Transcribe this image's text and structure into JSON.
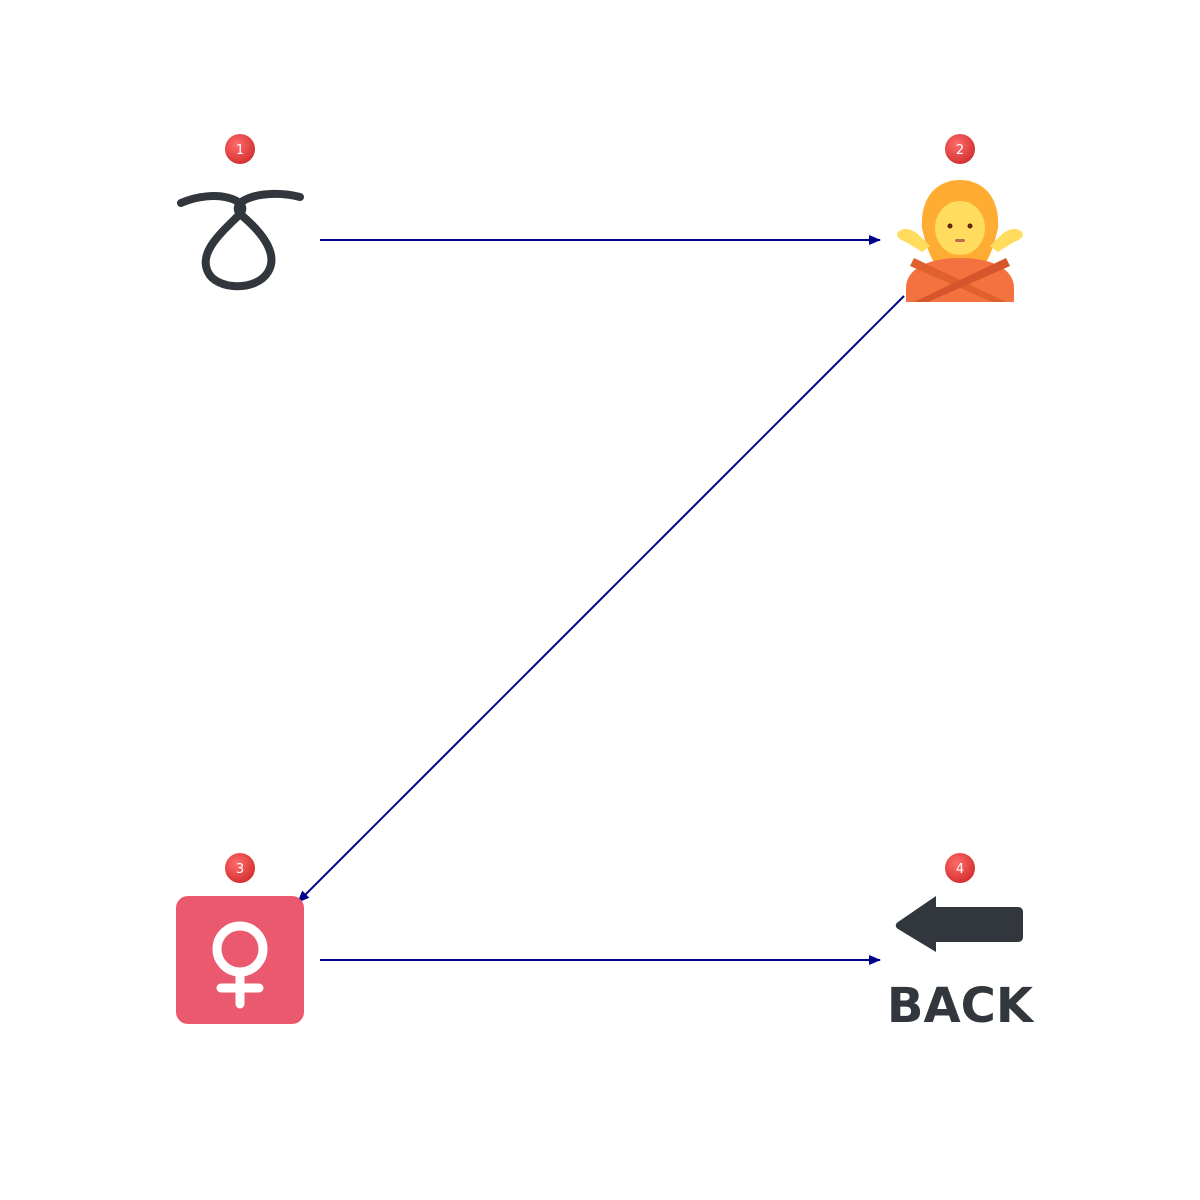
{
  "colors": {
    "arrow": "#00008b",
    "badge": "#e53935",
    "icon_dark": "#31373d",
    "female_bg": "#ea596e",
    "hair": "#ffac33",
    "skin": "#ffdc5d",
    "shirt": "#f4723f"
  },
  "nodes": [
    {
      "id": "1",
      "badge": "1",
      "icon": "curly-loop-icon"
    },
    {
      "id": "2",
      "badge": "2",
      "icon": "person-gesturing-no-icon"
    },
    {
      "id": "3",
      "badge": "3",
      "icon": "female-sign-icon"
    },
    {
      "id": "4",
      "badge": "4",
      "icon": "back-arrow-icon",
      "label": "BACK"
    }
  ],
  "edges": [
    {
      "from": "1",
      "to": "2"
    },
    {
      "from": "2",
      "to": "3"
    },
    {
      "from": "3",
      "to": "4"
    }
  ]
}
